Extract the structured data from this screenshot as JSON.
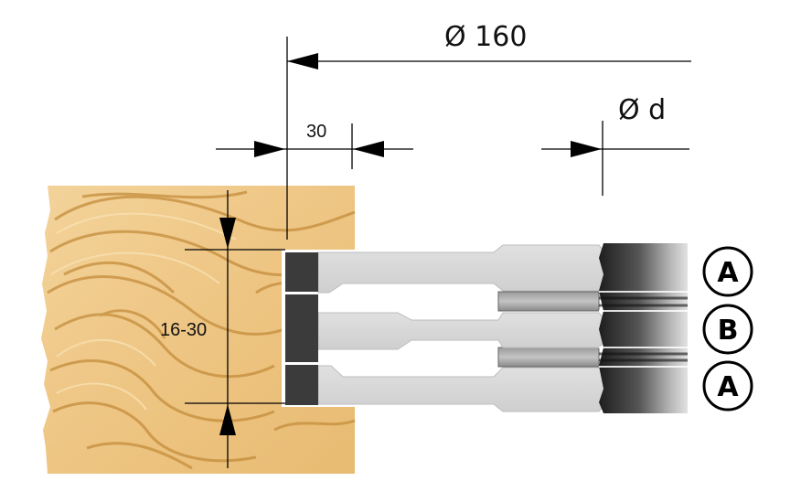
{
  "dimensions": {
    "outer_diameter": "Ø 160",
    "bore": "Ø d",
    "cut_depth": "30",
    "cut_height": "16-30"
  },
  "badges": [
    "A",
    "B",
    "A"
  ],
  "colors": {
    "wood_light": "#f1cc8e",
    "wood_dark": "#c9913e",
    "blade_light": "#d3d3d3",
    "tooth_dark": "#3d3d3d",
    "body_dark": "#2a2a2a",
    "line": "#000000"
  }
}
